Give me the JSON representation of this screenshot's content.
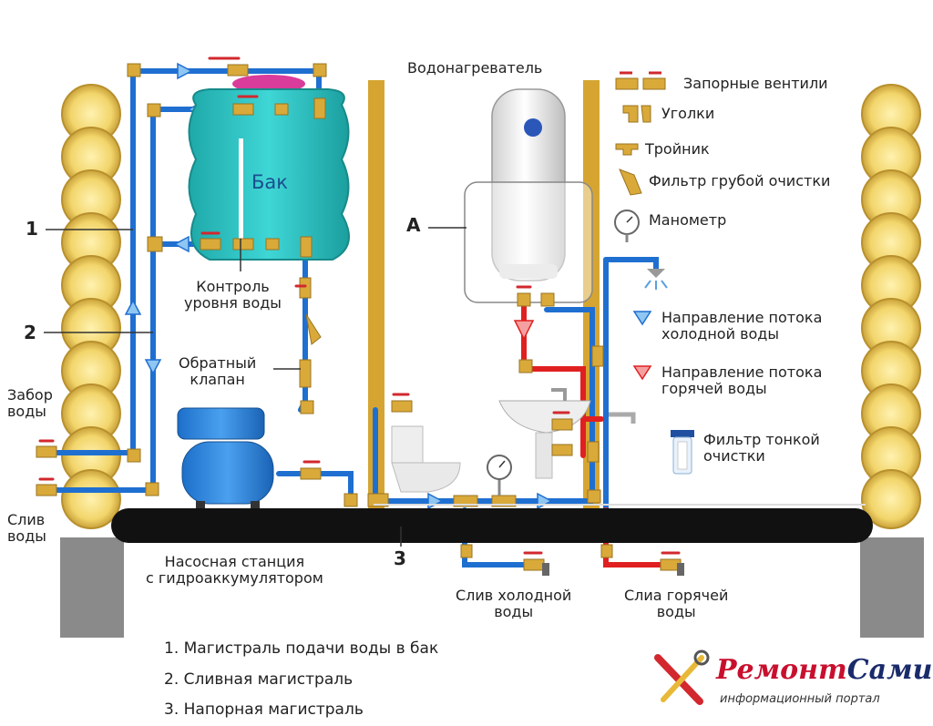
{
  "labels": {
    "heater": "Водонагреватель",
    "tank": "Бак",
    "a": "А",
    "one": "1",
    "two": "2",
    "three": "3",
    "level_control": "Контроль\nуровня воды",
    "check_valve": "Обратный\nклапан",
    "intake": "Забор\nводы",
    "drain": "Слив\nводы",
    "pump_station": "Насосная станция\nс гидроаккумулятором",
    "cold_drain": "Слив холодной\nводы",
    "hot_drain": "Слиа горячей\nводы"
  },
  "legend": {
    "shutoff": "Запорные вентили",
    "elbows": "Уголки",
    "tee": "Тройник",
    "coarse_filter": "Фильтр грубой очистки",
    "manometer": "Манометр",
    "cold_flow": "Направление потока\nхолодной воды",
    "hot_flow": "Направление потока\nгорячей воды",
    "fine_filter": "Фильтр тонкой\nочистки"
  },
  "notes": [
    "1. Магистраль подачи воды в бак",
    "2. Сливная магистраль",
    "3. Напорная магистраль"
  ],
  "brand": {
    "name_a": "Ремонт",
    "name_b": "Сами",
    "subtitle": "информационный портал"
  },
  "colors": {
    "cold_pipe": "#1f6fd1",
    "hot_pipe": "#e02020",
    "brass": "#d9a93a",
    "tank": "#2fc4c4",
    "floor": "#111111",
    "wall_post": "#d6a531",
    "foundation": "#8a8a8a"
  }
}
